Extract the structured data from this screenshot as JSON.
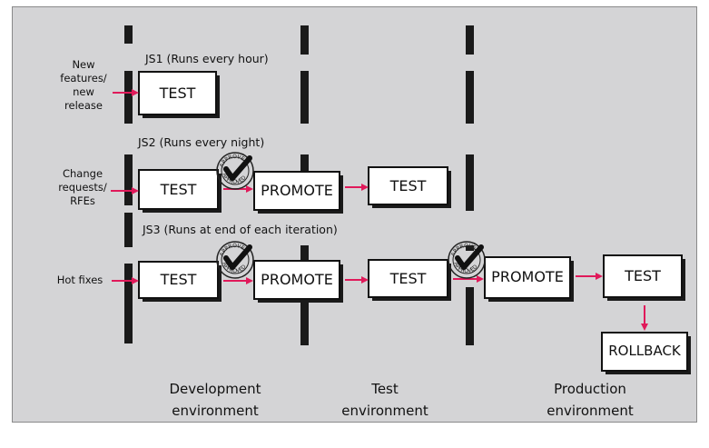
{
  "colors": {
    "background": "#d4d4d6",
    "arrow": "#e0195a",
    "bar": "#1a1a1a",
    "box": "#ffffff"
  },
  "sources": {
    "new_features": "New features/ new release",
    "change_requests": "Change requests/ RFEs",
    "hot_fixes": "Hot fixes"
  },
  "schedules": {
    "js1": "JS1 (Runs every hour)",
    "js2": "JS2 (Runs every night)",
    "js3": "JS3 (Runs at end of each iteration)"
  },
  "boxes": {
    "test": "TEST",
    "promote": "PROMOTE",
    "rollback": "ROLLBACK"
  },
  "stamp_text": "APPROVED",
  "environments": {
    "dev": "Development environment",
    "test": "Test environment",
    "prod": "Production environment"
  }
}
